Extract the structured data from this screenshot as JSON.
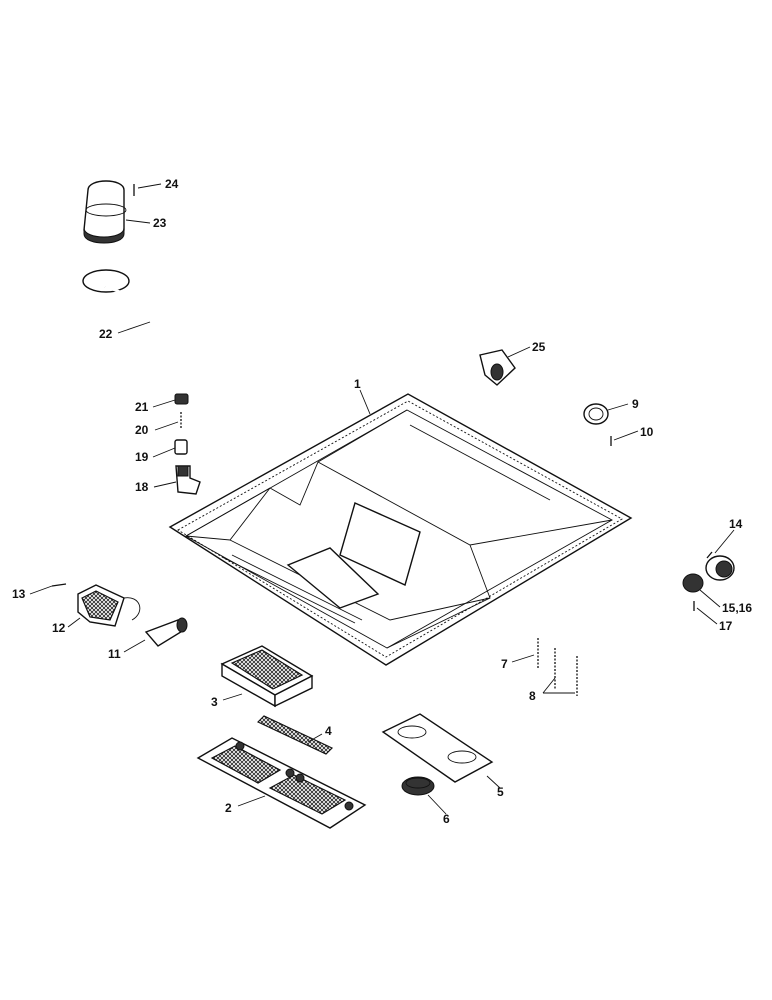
{
  "diagram": {
    "callouts": [
      {
        "id": "c1",
        "label": "1"
      },
      {
        "id": "c2",
        "label": "2"
      },
      {
        "id": "c3",
        "label": "3"
      },
      {
        "id": "c4",
        "label": "4"
      },
      {
        "id": "c5",
        "label": "5"
      },
      {
        "id": "c6",
        "label": "6"
      },
      {
        "id": "c7",
        "label": "7"
      },
      {
        "id": "c8",
        "label": "8"
      },
      {
        "id": "c9",
        "label": "9"
      },
      {
        "id": "c10",
        "label": "10"
      },
      {
        "id": "c11",
        "label": "11"
      },
      {
        "id": "c12",
        "label": "12"
      },
      {
        "id": "c13",
        "label": "13"
      },
      {
        "id": "c14",
        "label": "14"
      },
      {
        "id": "c15",
        "label": "15,16"
      },
      {
        "id": "c17",
        "label": "17"
      },
      {
        "id": "c18",
        "label": "18"
      },
      {
        "id": "c19",
        "label": "19"
      },
      {
        "id": "c20",
        "label": "20"
      },
      {
        "id": "c21",
        "label": "21"
      },
      {
        "id": "c22",
        "label": "22"
      },
      {
        "id": "c23",
        "label": "23"
      },
      {
        "id": "c24",
        "label": "24"
      },
      {
        "id": "c25",
        "label": "25"
      }
    ]
  }
}
